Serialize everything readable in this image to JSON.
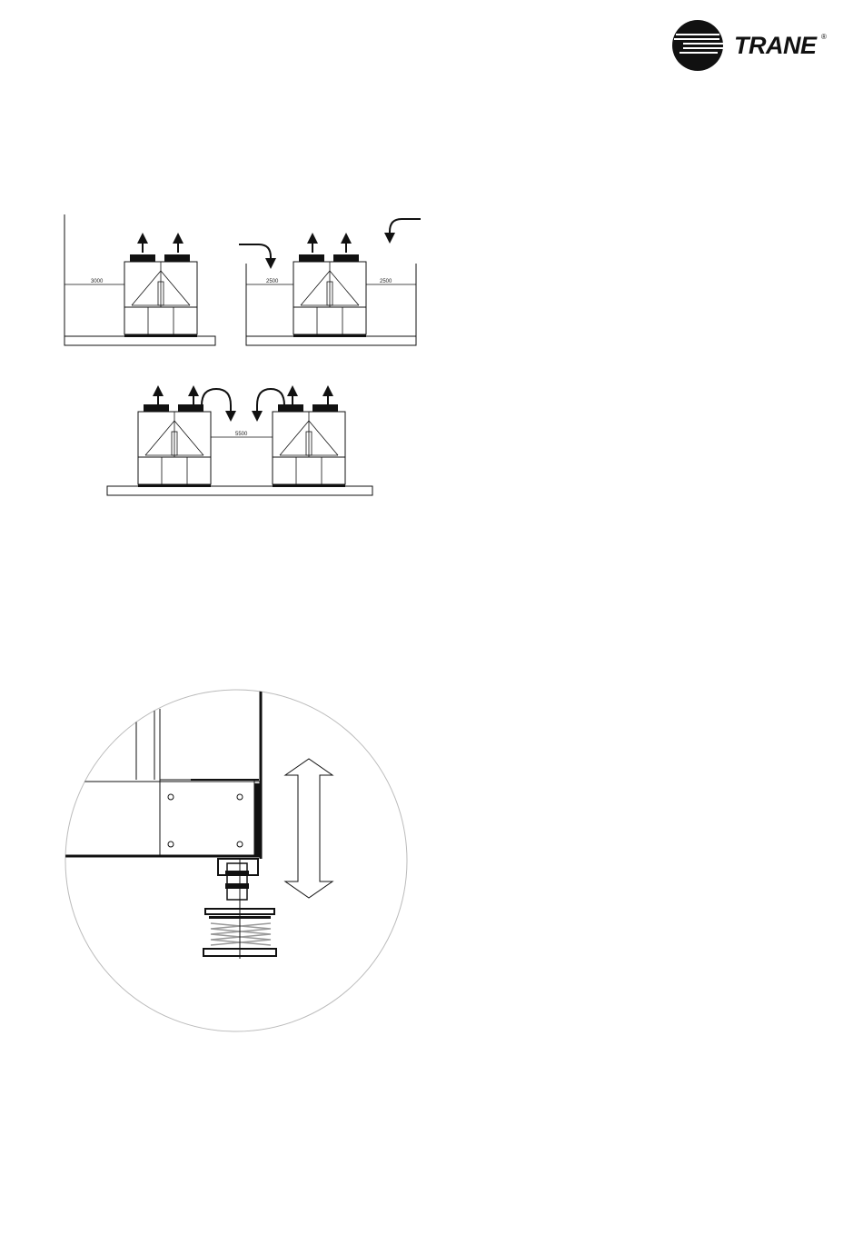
{
  "brand": {
    "name": "TRANE",
    "registered_mark": "®"
  },
  "figure_top": {
    "left_panel": {
      "clearance_label": "3000"
    },
    "right_panel": {
      "clearance_left_label": "2500",
      "clearance_right_label": "2500"
    },
    "bottom_panel": {
      "clearance_between_label": "5500"
    }
  },
  "colors": {
    "line": "#111111",
    "circle": "#bbbbbb",
    "spring": "#999999"
  }
}
